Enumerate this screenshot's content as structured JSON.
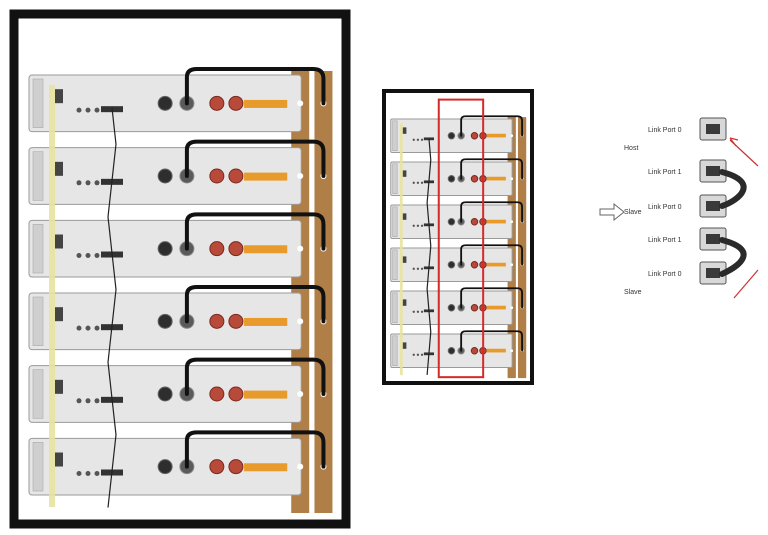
{
  "diagram": {
    "large_rack": {
      "module_count": 6
    },
    "small_rack": {
      "module_count": 6,
      "highlight_color": "#d42a2a"
    },
    "port_legend": {
      "groups": [
        {
          "role": "Host",
          "ports": [
            "Link Port 0",
            "Link Port 1"
          ]
        },
        {
          "role": "Slave",
          "ports": [
            "Link Port 0",
            "Link Port 1"
          ]
        },
        {
          "role": "Slave",
          "ports": [
            "Link Port 0"
          ]
        }
      ]
    },
    "colors": {
      "frame": "#111111",
      "module_body": "#e6e6e6",
      "rail": "#b07f48",
      "positive_bar": "#e89a2a",
      "terminal_red": "#b84a3a",
      "cable": "#111111",
      "signal_wire": "#e8e2a0",
      "arrow": "#cc3333"
    },
    "icons": [
      "arrow-right-icon",
      "rj45-port-icon",
      "power-terminal-icon",
      "power-button-icon"
    ]
  }
}
